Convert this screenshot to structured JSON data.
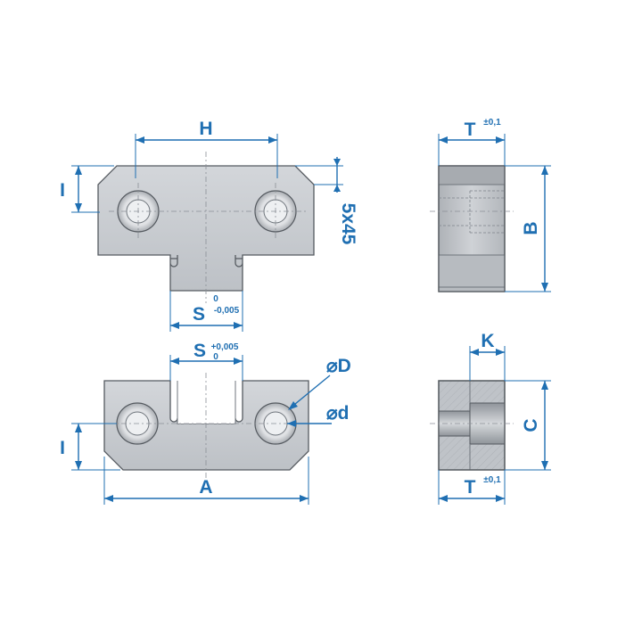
{
  "labels": {
    "H": "H",
    "I_top": "I",
    "chamfer": "5x45",
    "S_top": "S",
    "S_top_tol_upper": "0",
    "S_top_tol_lower": "-0,005",
    "S_bottom": "S",
    "S_bottom_tol_upper": "+0,005",
    "S_bottom_tol_lower": "0",
    "D_big": "⌀D",
    "d_small": "⌀d",
    "I_bottom": "I",
    "A": "A",
    "T_top": "T",
    "T_top_tol": "±0,1",
    "B": "B",
    "K": "K",
    "C": "C",
    "T_bottom": "T",
    "T_bottom_tol": "±0,1"
  },
  "colors": {
    "dimension": "#1f6fb2",
    "part_fill": "#c9ccd0",
    "part_stroke": "#555a60"
  }
}
